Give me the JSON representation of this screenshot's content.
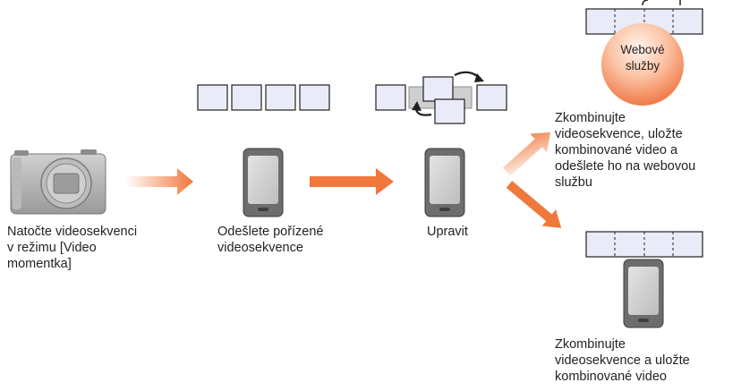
{
  "captions": {
    "record": [
      "Natočte videosekvenci",
      "v režimu [Video",
      "momentka]"
    ],
    "send": [
      "Odešlete pořízené",
      "videosekvence"
    ],
    "edit": [
      "Upravit"
    ],
    "web": [
      "Zkombinujte",
      "videosekvence, uložte",
      "kombinované video a",
      "odešlete ho na webovou",
      "službu"
    ],
    "save": [
      "Zkombinujte",
      "videosekvence a uložte",
      "kombinované video"
    ]
  },
  "web_service_label": [
    "Webové",
    "služby"
  ],
  "colors": {
    "arrow": "#f0783c",
    "frame_fill": "#e9ecf8",
    "frame_stroke": "#231f20",
    "web_circle_inner": "#fde6da",
    "web_circle_outer": "#f3875b",
    "phone_body": "#6d6d6d",
    "phone_screen": "#cfcfcf",
    "camera_body": "#a9a9a9"
  },
  "icons": [
    "camera-icon",
    "smartphone-icon",
    "video-clip-frame-icon",
    "web-service-icon",
    "rotate-arrow-icon"
  ]
}
